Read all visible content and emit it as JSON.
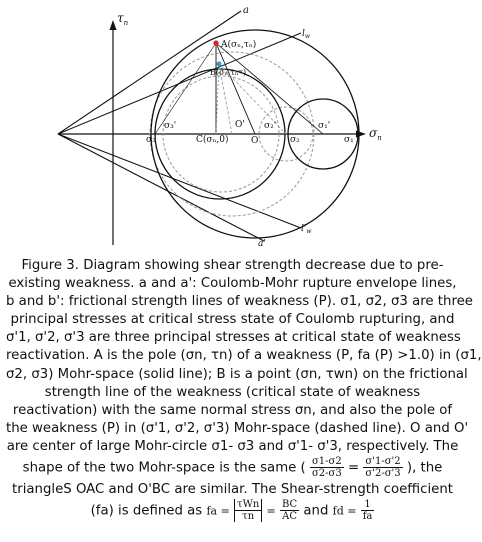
{
  "diagram": {
    "axis_y_label": "τ",
    "axis_y_sub": "n",
    "axis_x_label": "σ",
    "axis_x_sub": "n",
    "label_a": "a",
    "label_a_prime": "a'",
    "label_b": "l",
    "label_b_sub": "w",
    "label_b_prime": "l'",
    "label_b_prime_sub": "w",
    "label_A": "A(σₙ,τₙ)",
    "label_B": "B(σₙ,τₙʷ)",
    "label_O": "O",
    "label_O_prime": "O'",
    "label_C": "C(σₙ,0)",
    "label_s3": "σ₃",
    "label_s3p": "σ₃'",
    "label_s2": "σ₂",
    "label_s2p": "σ₂'",
    "label_s1": "σ₁",
    "label_s1p": "σ₁'",
    "colors": {
      "point_A": "#e02020",
      "point_B": "#2aa7c9",
      "line": "#111111",
      "dashed": "#999999"
    }
  },
  "caption": {
    "line1": "Figure 3. Diagram showing shear strength decrease due to pre-",
    "line2": "existing weakness. a and a': Coulomb-Mohr rupture envelope lines,",
    "line3": "b and b': frictional strength lines of weakness (P). σ1, σ2, σ3 are three",
    "line4": "principal stresses at critical stress state of Coulomb rupturing, and",
    "line5": "σ'1, σ'2, σ'3 are three principal stresses at critical state of weakness",
    "line6": "reactivation. A is the pole (σn, τn) of a weakness (P, fa (P) >1.0) in (σ1,",
    "line7": "σ2, σ3) Mohr-space (solid line); B is a point (σn, τwn) on the frictional",
    "line8": "strength line of the weakness (critical state of weakness",
    "line9": "reactivation) with the same normal stress σn, and also the pole of",
    "line10": "the weakness (P) in (σ'1, σ'2, σ'3) Mohr-space (dashed line). O and O'",
    "line11": "are center of large Mohr-circle σ1- σ3 and σ'1- σ'3, respectively. The",
    "line12a": "shape of the two Mohr-space is the same (",
    "line12b": "), the",
    "frac1_num": "σ1-σ2",
    "frac1_den": "σ2-σ3",
    "frac_eq": "=",
    "frac2_num": "σ'1-σ'2",
    "frac2_den": "σ'2-σ'3",
    "line13": "triangleS OAC and O'BC are similar. The Shear-strength coefficient",
    "line14a": "(fa) is defined as",
    "line14b": "and",
    "def_fa_lhs": "fa =",
    "def_fa_num": "τWn",
    "def_fa_den": "τn",
    "def_fa_mid": "=",
    "def_fa_num2": "BC",
    "def_fa_den2": "AC",
    "def_fd_lhs": "fd =",
    "def_fd_num": "1",
    "def_fd_den": "fa"
  }
}
